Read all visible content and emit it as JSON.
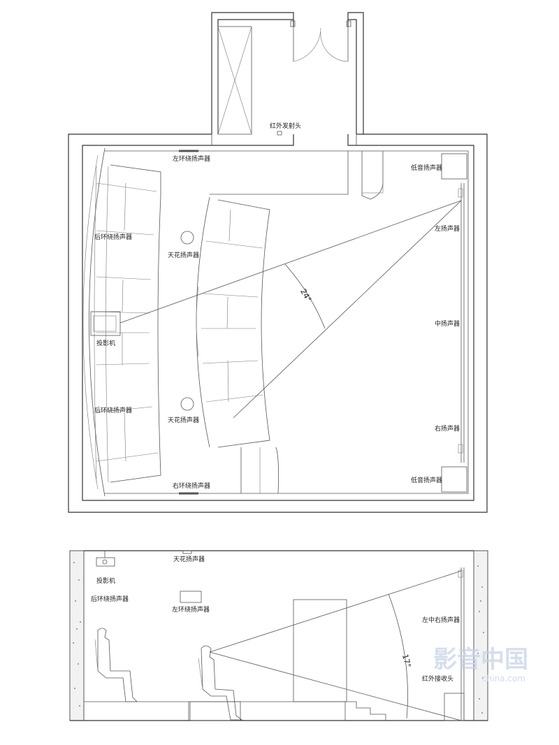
{
  "plan": {
    "ir_emitter": "红外发射头",
    "left_surround_top": "左环绕扬声器",
    "right_surround_bottom": "右环绕扬声器",
    "subwoofer_top": "低音扬声器",
    "subwoofer_bottom": "低音扬声器",
    "left_speaker": "左扬声器",
    "center_speaker": "中扬声器",
    "right_speaker": "右扬声器",
    "rear_surround_top": "后环绕扬声器",
    "rear_surround_bottom": "后环绕扬声器",
    "ceiling_speaker_top": "天花扬声器",
    "ceiling_speaker_bottom": "天花扬声器",
    "projector": "投影机",
    "viewing_angle": "24°"
  },
  "section": {
    "ceiling_speaker": "天花扬声器",
    "projector": "投影机",
    "rear_surround": "后环绕扬声器",
    "left_surround": "左环绕扬声器",
    "lcr_speakers": "左中右扬声器",
    "ir_receiver": "红外接收头",
    "viewing_angle": "17°"
  },
  "watermark": {
    "brand": "影音中国",
    "site": "china.com"
  },
  "colors": {
    "line": "#333333",
    "background": "#ffffff",
    "watermark": "#c9d3e6"
  }
}
